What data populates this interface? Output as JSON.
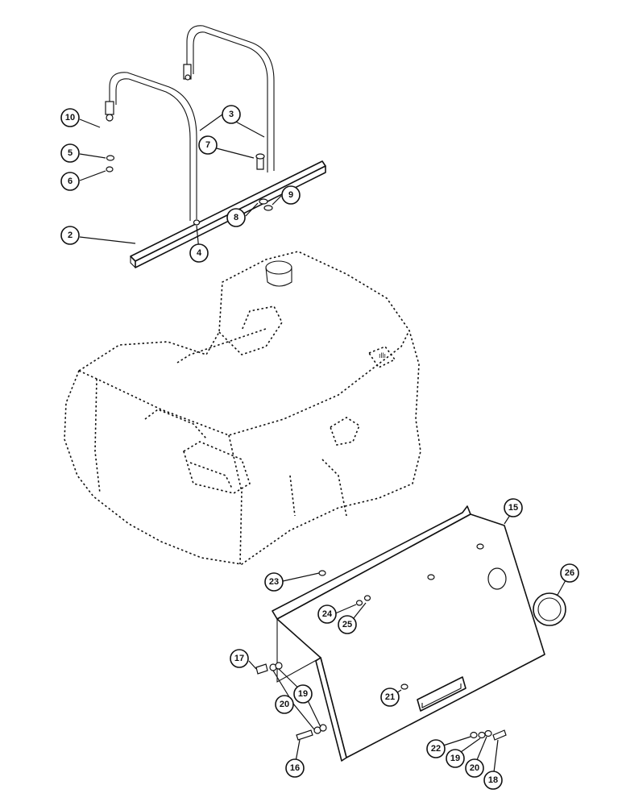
{
  "diagram": {
    "callouts": {
      "c2": "2",
      "c3": "3",
      "c4": "4",
      "c5": "5",
      "c6": "6",
      "c7": "7",
      "c8": "8",
      "c9": "9",
      "c10": "10",
      "c15": "15",
      "c16": "16",
      "c17": "17",
      "c18": "18",
      "c19a": "19",
      "c19b": "19",
      "c20a": "20",
      "c20b": "20",
      "c21": "21",
      "c22": "22",
      "c23": "23",
      "c24": "24",
      "c25": "25",
      "c26": "26"
    }
  }
}
